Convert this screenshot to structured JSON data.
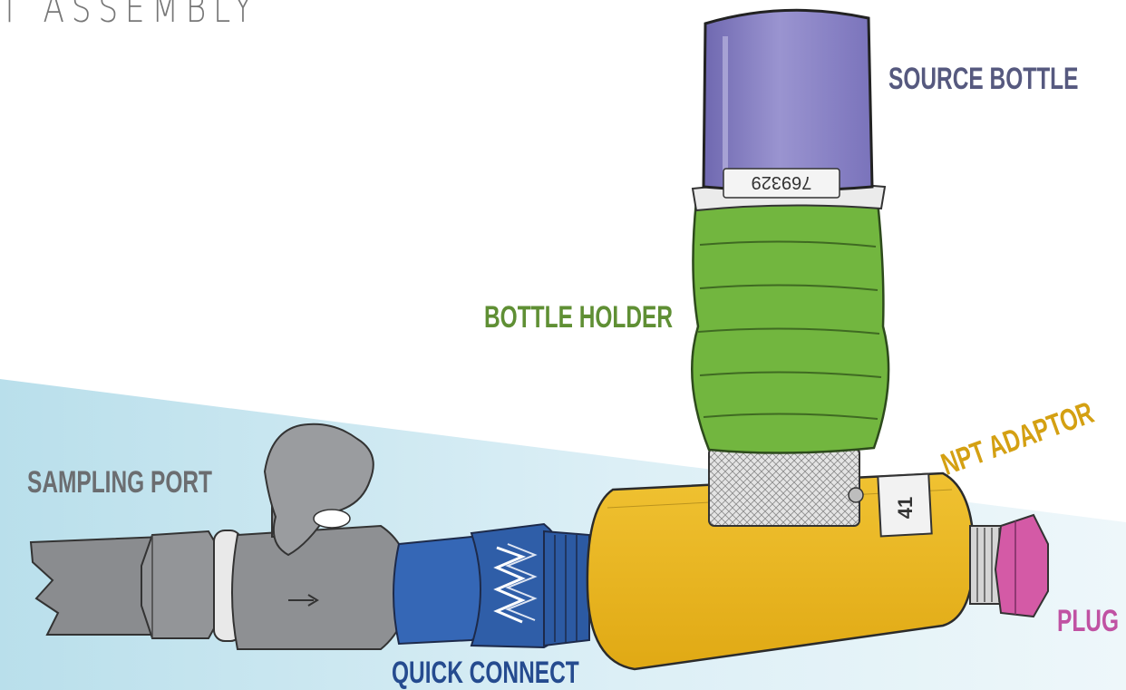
{
  "title": "T ASSEMBLY",
  "labels": {
    "source_bottle": "SOURCE BOTTLE",
    "bottle_holder": "BOTTLE HOLDER",
    "sampling_port": "SAMPLING PORT",
    "npt_adaptor": "NPT ADAPTOR",
    "plug": "PLUG",
    "quick_connect": "QUICK CONNECT"
  },
  "markings": {
    "bottle_number": "769329",
    "adaptor_number": "41"
  },
  "colors": {
    "background_band": "#d3ecf4",
    "source_bottle": "#8a83c4",
    "bottle_holder": "#71b43f",
    "npt_adaptor": "#e8b422",
    "plug": "#d35aa7",
    "quick_connect": "#2e60ad",
    "sampling_port": "#8b8d90",
    "label_source_bottle": "#56597f",
    "label_bottle_holder": "#5f8f34",
    "label_sampling_port": "#6b6d70",
    "label_npt_adaptor": "#d4a012",
    "label_plug": "#c052a3",
    "label_quick_connect": "#254b8f",
    "title": "#777777"
  }
}
